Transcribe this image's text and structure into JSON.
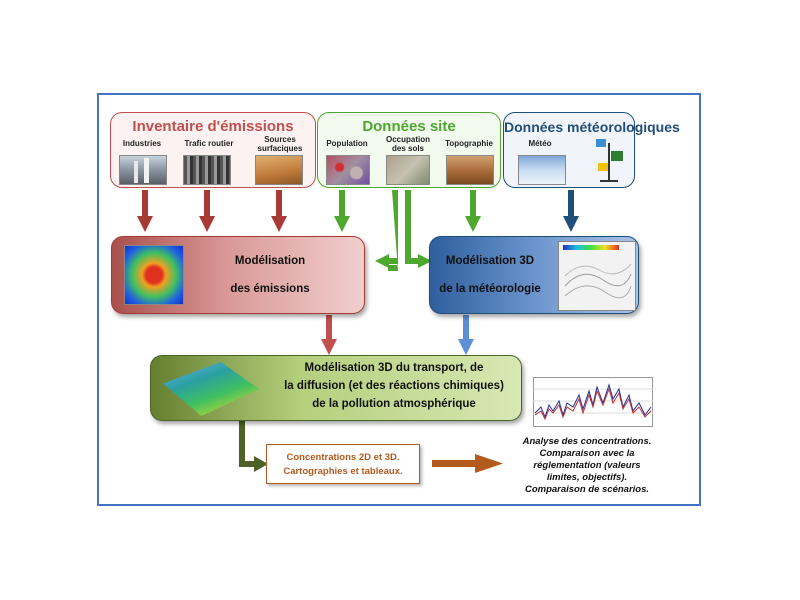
{
  "inventaire": {
    "title": "Inventaire d'émissions",
    "items": [
      "Industries",
      "Trafic  routier",
      "Sources\nsurfaciques"
    ]
  },
  "site": {
    "title": "Données site",
    "items": [
      "Population",
      "Occupation\ndes sols",
      "Topographie"
    ]
  },
  "meteo_data": {
    "title": "Données météorologiques",
    "items": [
      "Météo"
    ]
  },
  "emissions_model": {
    "line1": "Modélisation",
    "line2": "des émissions"
  },
  "meteo_model": {
    "line1": "Modélisation 3D",
    "line2": "de la météorologie"
  },
  "transport_model": {
    "line1": "Modélisation 3D du transport,   de",
    "line2": "la diffusion (et des réactions chimiques)",
    "line3": "de la pollution atmosphérique"
  },
  "concentrations": {
    "line1": "Concentrations 2D et 3D.",
    "line2": "Cartographies et tableaux."
  },
  "analyse": {
    "lines": [
      "Analyse des concentrations.",
      "Comparaison avec la",
      "réglementation (valeurs",
      "limites, objectifs).",
      "Comparaison de scénarios."
    ]
  },
  "colors": {
    "frame": "#4472c4",
    "red": "#c0504d",
    "red_arrow": "#a83a36",
    "green": "#4ea72e",
    "blue": "#1f4e79",
    "blue_light": "#5b8fd6",
    "olive": "#4f6228",
    "brown": "#b35a1f"
  }
}
